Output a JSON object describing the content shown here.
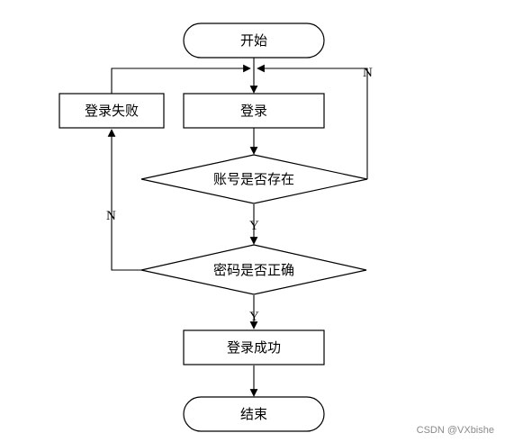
{
  "flowchart": {
    "nodes": {
      "start": "开始",
      "login": "登录",
      "login_failed": "登录失败",
      "account_exists": "账号是否存在",
      "password_correct": "密码是否正确",
      "login_success": "登录成功",
      "end": "结束"
    },
    "edge_labels": {
      "account_exists_no": "N",
      "account_exists_yes": "Y",
      "password_correct_no": "N",
      "password_correct_yes": "Y"
    }
  },
  "watermark": "CSDN @VXbishe"
}
